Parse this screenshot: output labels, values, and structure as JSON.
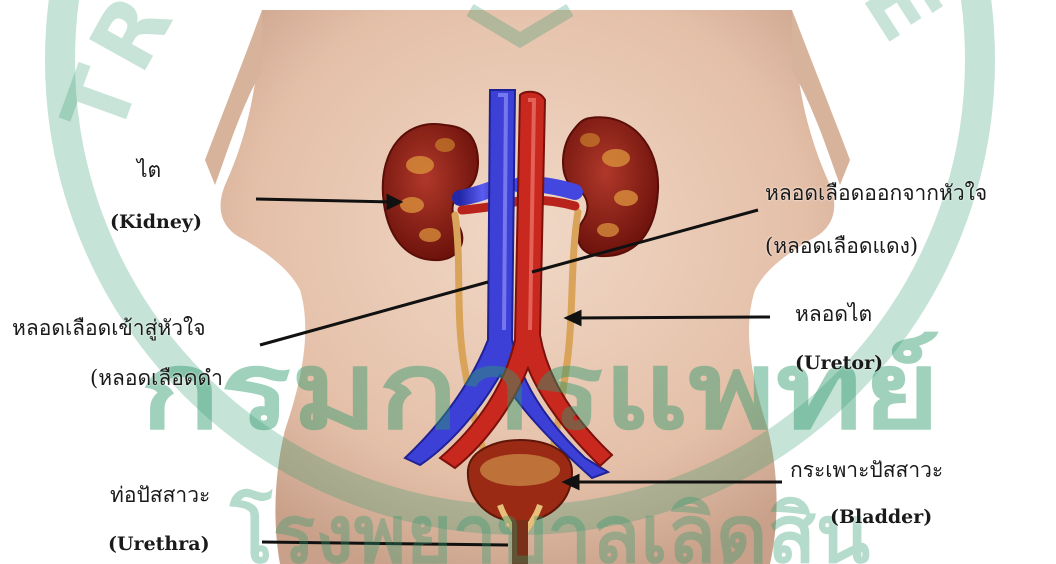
{
  "labels": {
    "kidney_th": "ไต",
    "kidney_en": "(Kidney)",
    "artery_th": "หลอดเลือดออกจากหัวใจ",
    "artery_sub_th": "(หลอดเลือดแดง)",
    "vein_th": "หลอดเลือดเข้าสู่หัวใจ",
    "vein_sub_th": "(หลอดเลือดดำ",
    "ureter_th": "หลอดไต",
    "ureter_en": "(Uretor)",
    "bladder_th": "กระเพาะปัสสาวะ",
    "bladder_en": "(Bladder)",
    "urethra_th": "ท่อปัสสาวะ",
    "urethra_en": "(Urethra)"
  },
  "watermark": {
    "arc_text": "TRY OF PUBLIC HE",
    "line1": "กรมการแพทย์",
    "line2": "โรงพยาบาลเลิดสิน",
    "color": "#2e9a6e"
  },
  "colors": {
    "skin": "#e9c9b4",
    "kidney": "#8a1c12",
    "artery": "#c4261e",
    "vein": "#3c3fd8",
    "ureter": "#d9a35a",
    "bladder": "#9a2a14",
    "pointer": "#111111"
  }
}
